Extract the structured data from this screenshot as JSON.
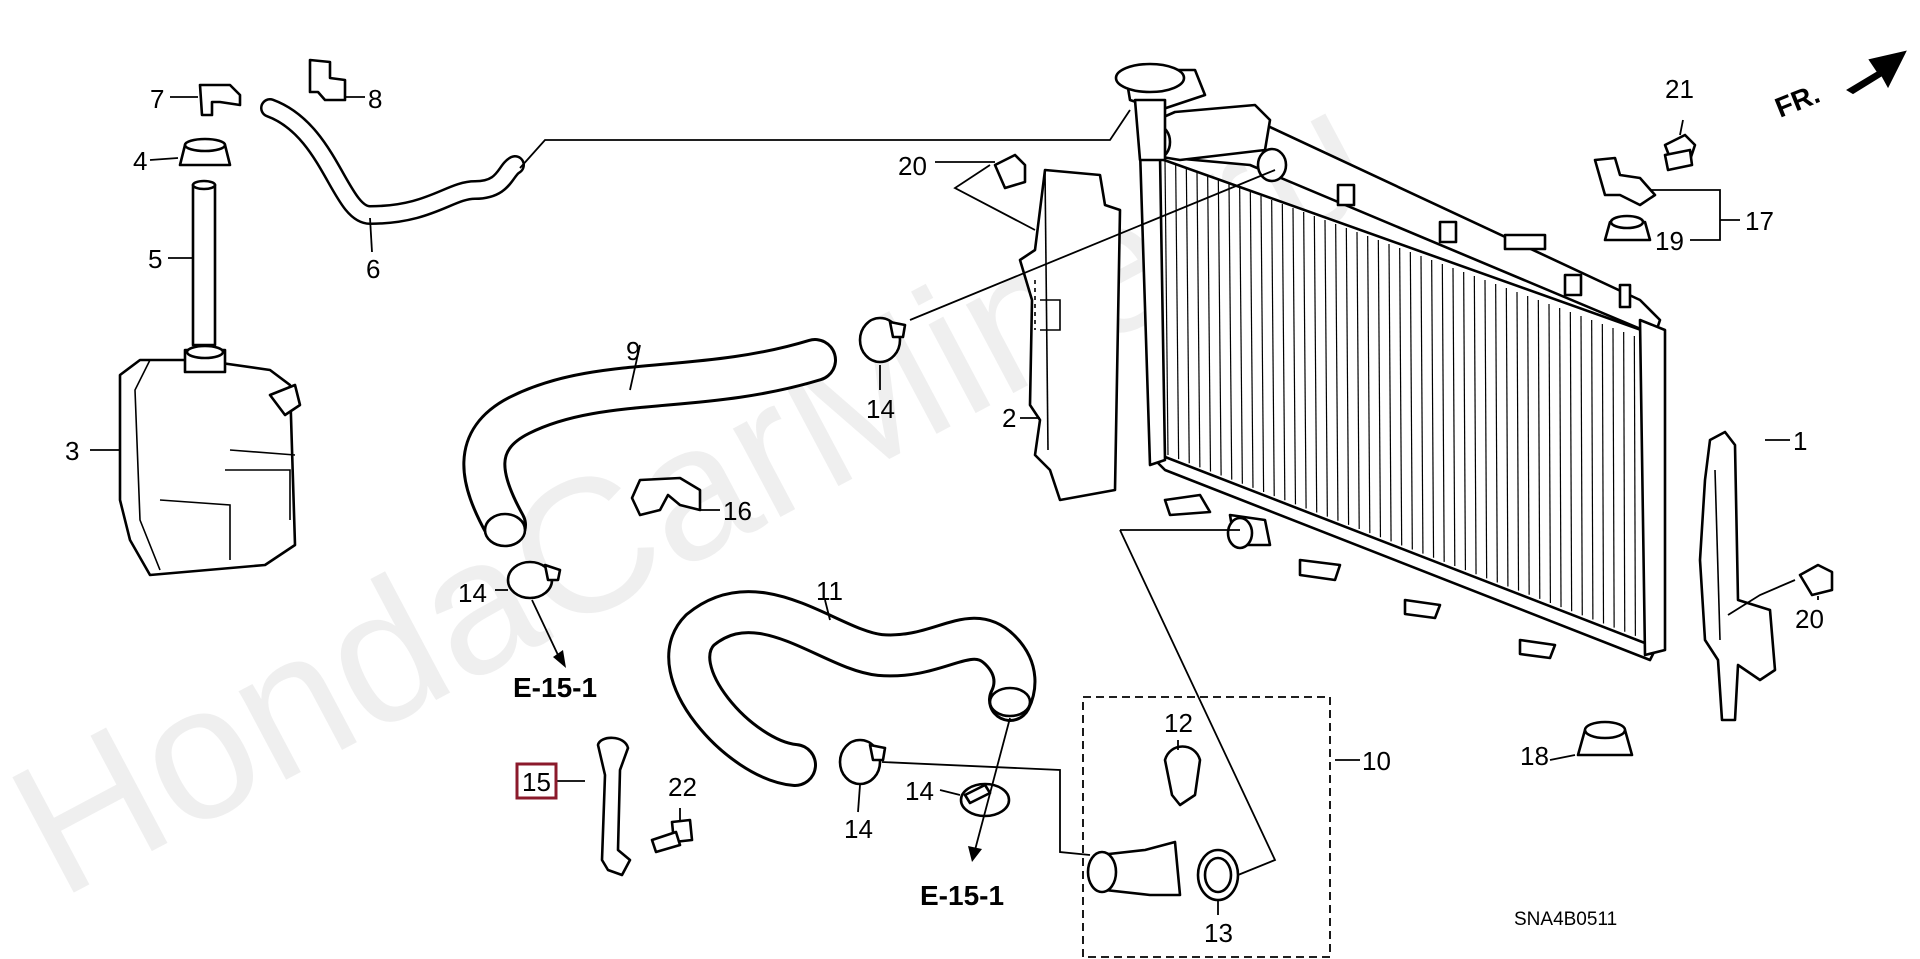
{
  "watermark": "HondaCarMine.ru",
  "diagram_code": "SNA4B0511",
  "front_indicator": "FR.",
  "reference_labels": [
    "E-15-1",
    "E-15-1"
  ],
  "highlighted_part": "15",
  "callouts": {
    "p1": "1",
    "p2": "2",
    "p3": "3",
    "p4": "4",
    "p5": "5",
    "p6": "6",
    "p7": "7",
    "p8": "8",
    "p9": "9",
    "p10": "10",
    "p11": "11",
    "p12": "12",
    "p13": "13",
    "p14a": "14",
    "p14b": "14",
    "p14c": "14",
    "p14d": "14",
    "p15": "15",
    "p16": "16",
    "p17": "17",
    "p18": "18",
    "p19": "19",
    "p20a": "20",
    "p20b": "20",
    "p21": "21",
    "p22": "22"
  },
  "colors": {
    "line": "#000000",
    "background": "#ffffff",
    "highlight_box": "#8b1a2b"
  }
}
